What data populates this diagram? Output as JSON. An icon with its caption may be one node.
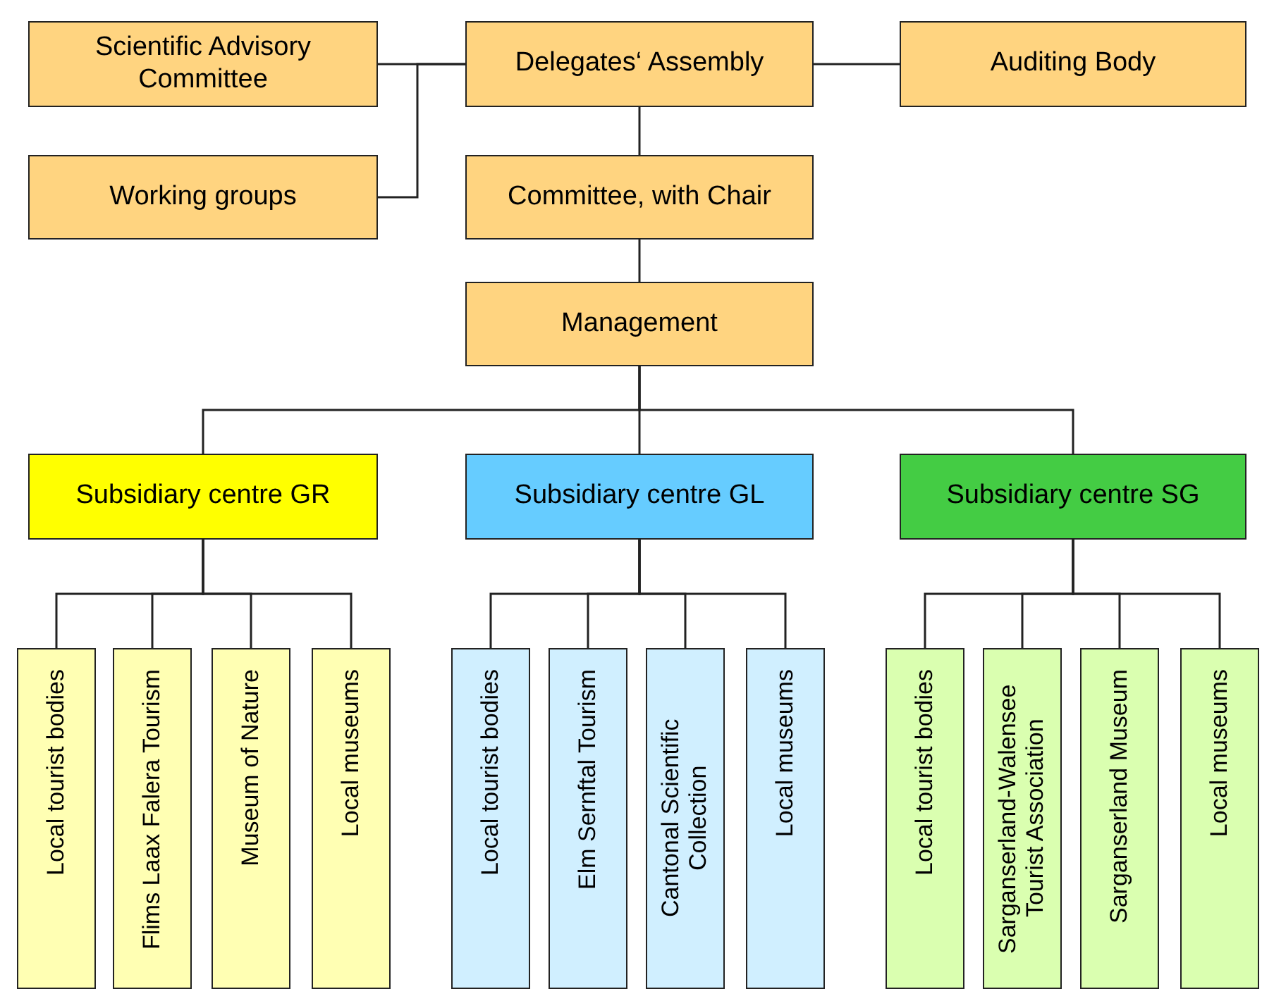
{
  "diagram": {
    "nodes": [
      {
        "text": [
          "Scientific Advisory Committee"
        ]
      },
      {
        "text": [
          "Delegates‘ Assembly"
        ]
      },
      {
        "text": [
          "Auditing Body"
        ]
      },
      {
        "text": [
          "Working groups"
        ]
      },
      {
        "text": [
          "Committee, with Chair"
        ]
      },
      {
        "text": [
          "Management"
        ]
      },
      {
        "text": [
          "Subsidiary centre GR"
        ]
      },
      {
        "text": [
          "Subsidiary centre GL"
        ]
      },
      {
        "text": [
          "Subsidiary centre SG"
        ]
      },
      {
        "text": [
          "Local tourist bodies"
        ]
      },
      {
        "text": [
          "Flims Laax Falera Tourism"
        ]
      },
      {
        "text": [
          "Museum of Nature"
        ]
      },
      {
        "text": [
          "Local museums"
        ]
      },
      {
        "text": [
          "Local tourist bodies"
        ]
      },
      {
        "text": [
          "Elm Sernftal Tourism"
        ]
      },
      {
        "text": [
          "Cantonal Scientific Collection"
        ]
      },
      {
        "text": [
          "Local museums"
        ]
      },
      {
        "text": [
          "Local tourist bodies"
        ]
      },
      {
        "text": [
          "Sarganserland-Walensee Tourist Association"
        ]
      },
      {
        "text": [
          "Sarganserland Museum"
        ]
      },
      {
        "text": [
          "Local museums"
        ]
      }
    ],
    "edges": [
      {
        "from": 1,
        "to": 0,
        "arrow": "none"
      },
      {
        "from": 1,
        "to": 3,
        "arrow": "none"
      },
      {
        "from": 1,
        "to": 2,
        "arrow": "none"
      },
      {
        "from": 1,
        "to": 4,
        "arrow": "none"
      },
      {
        "from": 4,
        "to": 5,
        "arrow": "none"
      },
      {
        "from": 5,
        "to": 6,
        "arrow": "none"
      },
      {
        "from": 5,
        "to": 7,
        "arrow": "none"
      },
      {
        "from": 5,
        "to": 8,
        "arrow": "none"
      },
      {
        "from": 6,
        "to": 9,
        "arrow": "none"
      },
      {
        "from": 6,
        "to": 10,
        "arrow": "none"
      },
      {
        "from": 6,
        "to": 11,
        "arrow": "none"
      },
      {
        "from": 6,
        "to": 12,
        "arrow": "none"
      },
      {
        "from": 7,
        "to": 13,
        "arrow": "none"
      },
      {
        "from": 7,
        "to": 14,
        "arrow": "none"
      },
      {
        "from": 7,
        "to": 15,
        "arrow": "none"
      },
      {
        "from": 7,
        "to": 16,
        "arrow": "none"
      },
      {
        "from": 8,
        "to": 17,
        "arrow": "none"
      },
      {
        "from": 8,
        "to": 18,
        "arrow": "none"
      },
      {
        "from": 8,
        "to": 19,
        "arrow": "none"
      },
      {
        "from": 8,
        "to": 20,
        "arrow": "none"
      }
    ]
  }
}
